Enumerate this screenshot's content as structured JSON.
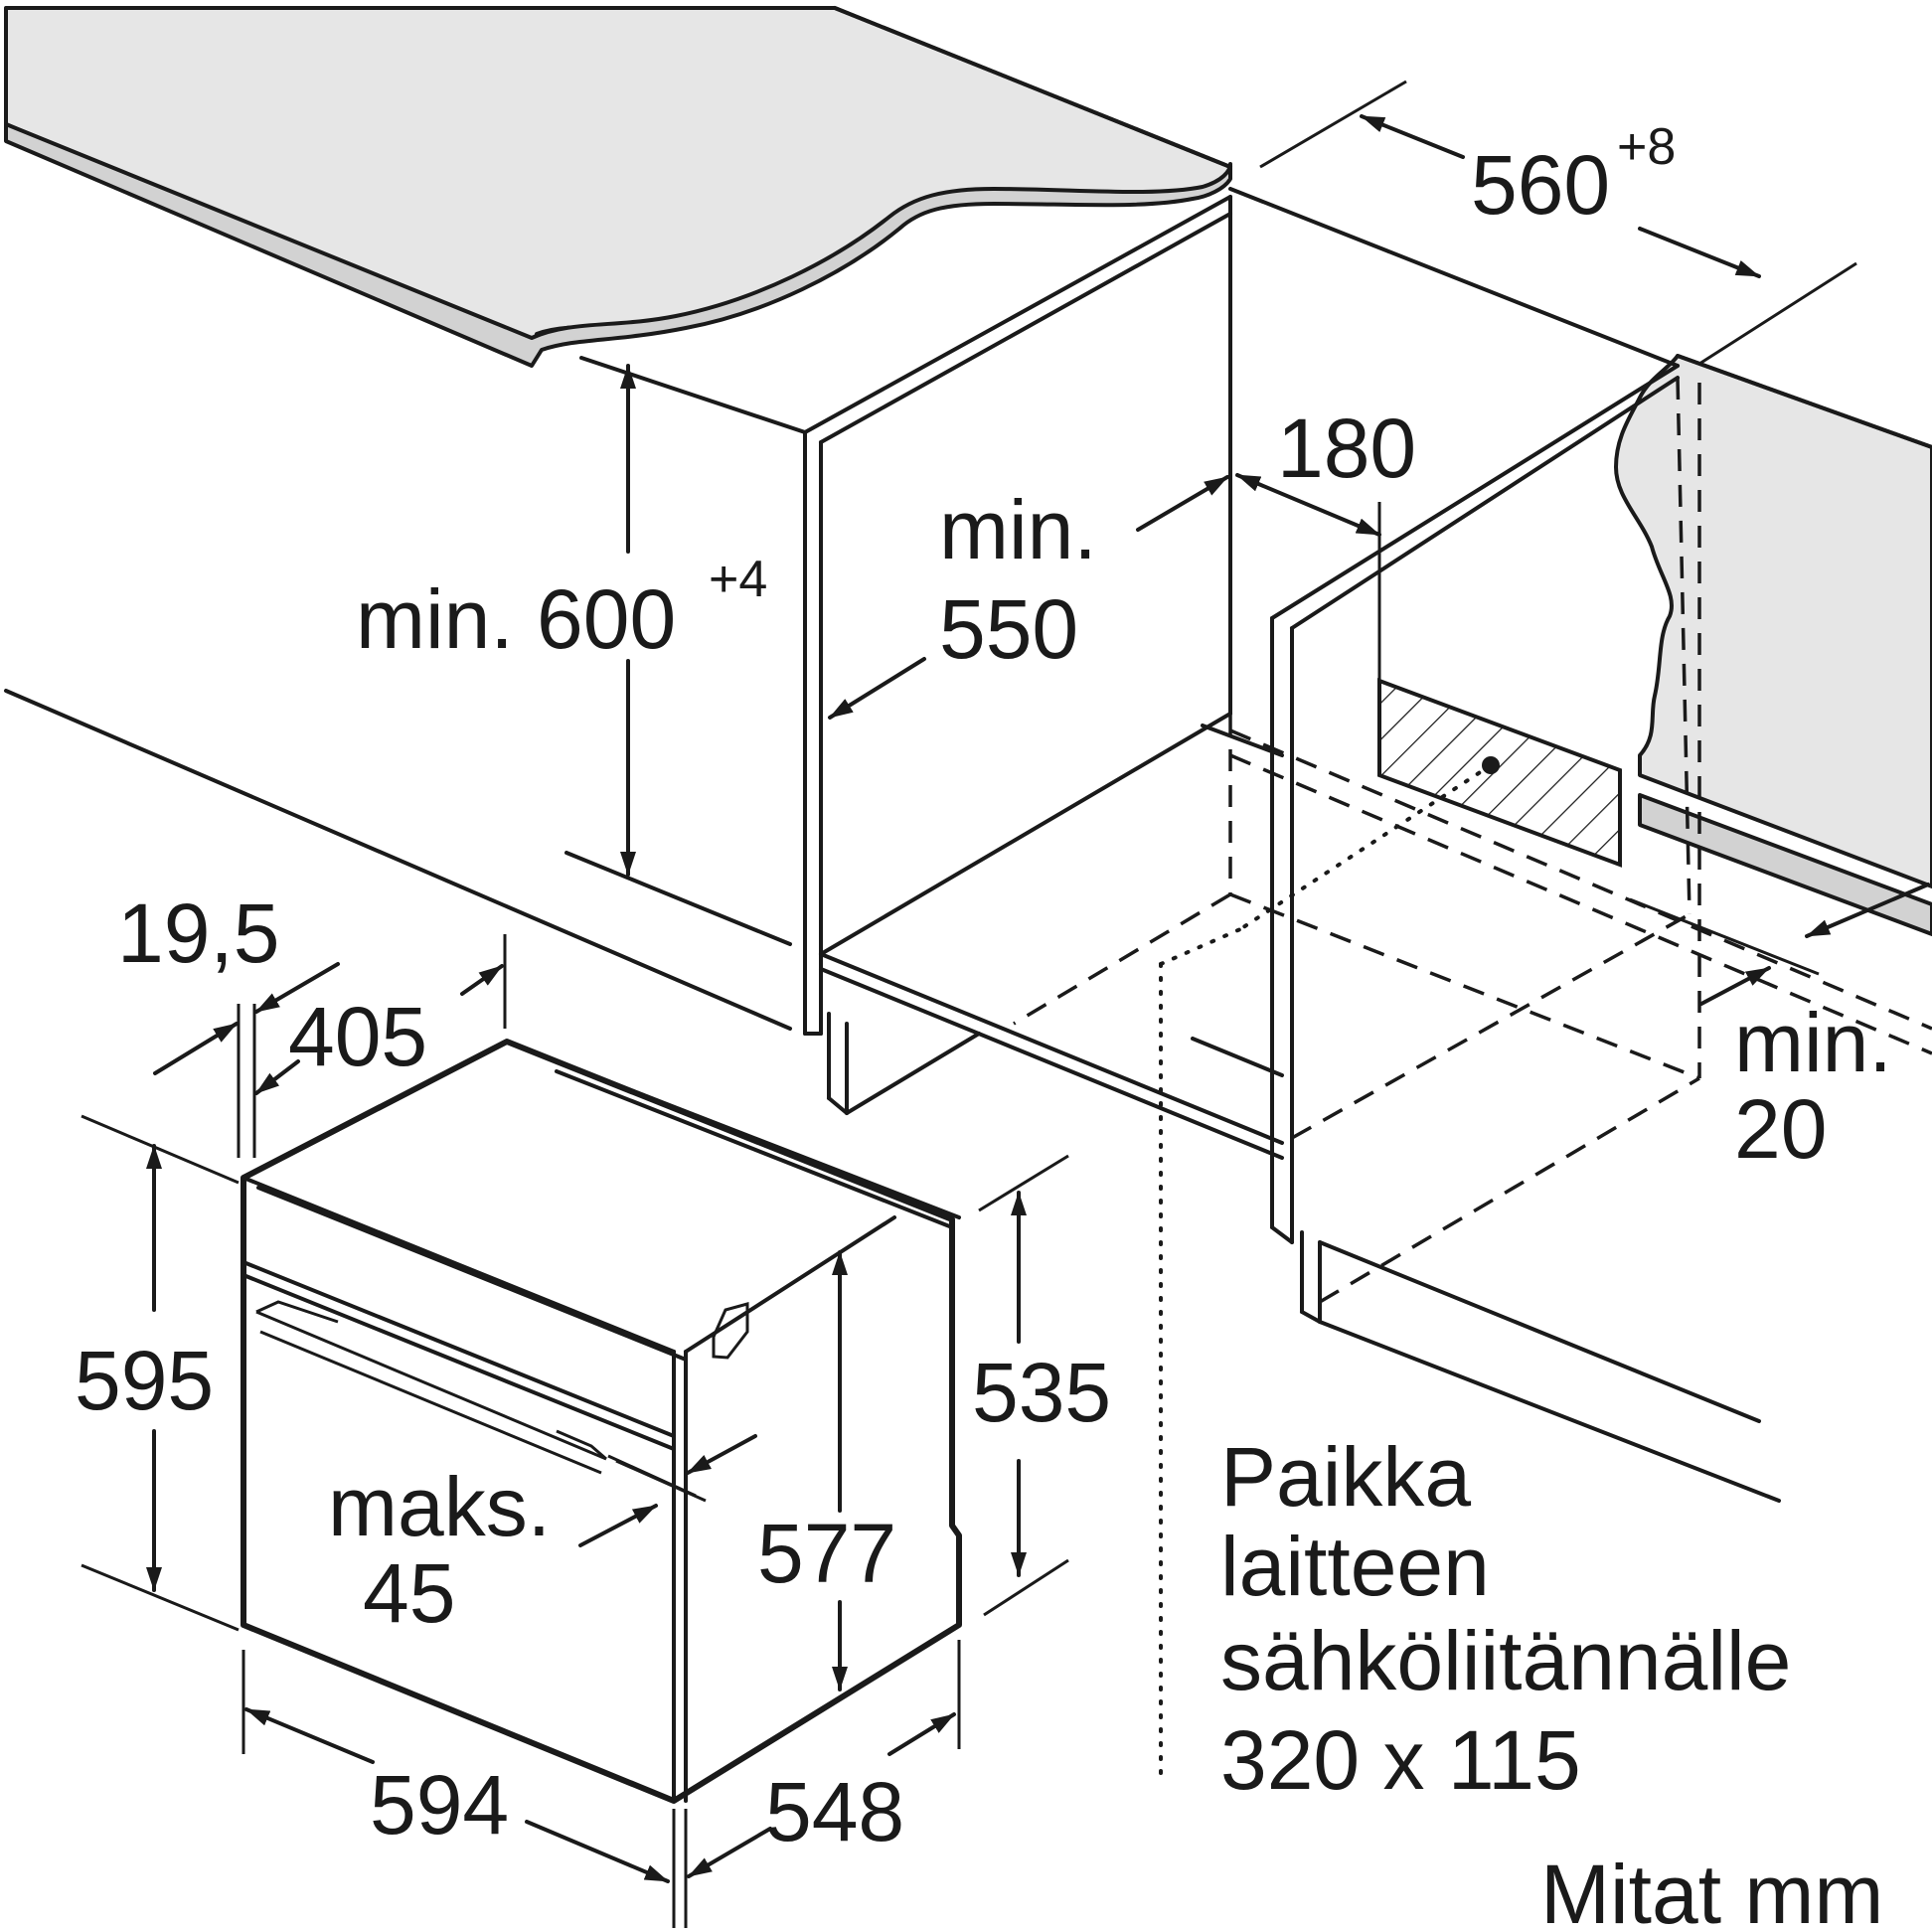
{
  "labels": {
    "cabinet_width": "560",
    "cabinet_width_tol": "+8",
    "niche_height": "min. 600",
    "niche_height_tol": "+4",
    "niche_depth_line1": "min.",
    "niche_depth_line2": "550",
    "back_gap": "180",
    "bottom_gap_line1": "min.",
    "bottom_gap_line2": "20",
    "door_thickness": "19,5",
    "front_depth": "405",
    "oven_height": "595",
    "niche_oven_height": "535",
    "inner_height": "577",
    "handle_line1": "maks.",
    "handle_line2": "45",
    "oven_width": "594",
    "oven_depth": "548",
    "power_line1": "Paikka",
    "power_line2": "laitteen",
    "power_line3": "sähköliitännälle",
    "power_line4": "320 x 115",
    "units": "Mitat mm"
  }
}
